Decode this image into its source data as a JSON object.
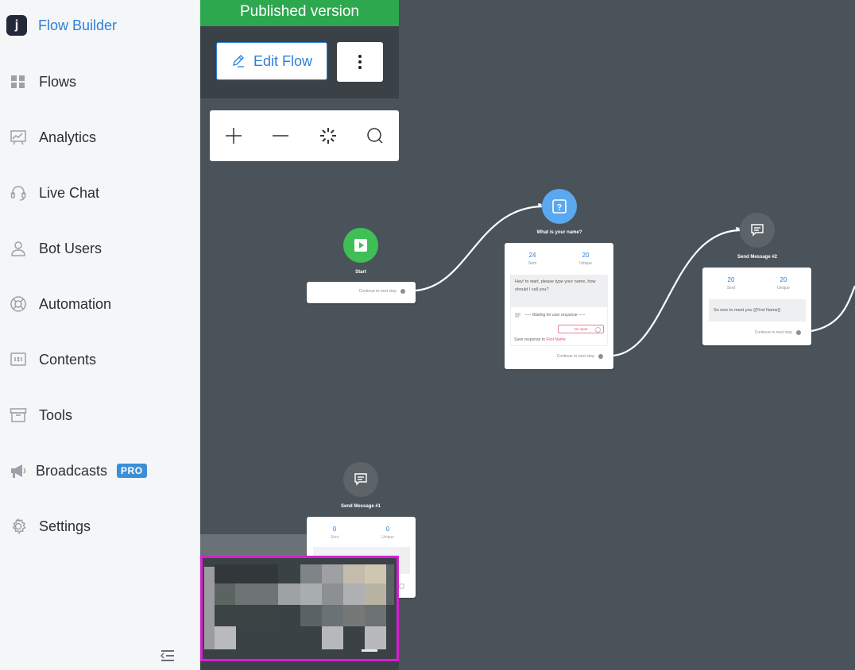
{
  "sidebar": {
    "brand": {
      "logo_letter": "j",
      "title": "Flow Builder"
    },
    "items": [
      {
        "label": "Flows",
        "icon": "grid-icon"
      },
      {
        "label": "Analytics",
        "icon": "analytics-board-icon"
      },
      {
        "label": "Live Chat",
        "icon": "headset-icon"
      },
      {
        "label": "Bot Users",
        "icon": "user-icon"
      },
      {
        "label": "Automation",
        "icon": "lifebuoy-icon"
      },
      {
        "label": "Contents",
        "icon": "contents-icon"
      },
      {
        "label": "Tools",
        "icon": "archive-box-icon"
      },
      {
        "label": "Broadcasts",
        "icon": "megaphone-icon",
        "badge": "PRO"
      },
      {
        "label": "Settings",
        "icon": "gear-icon"
      }
    ]
  },
  "toolbar": {
    "published_label": "Published version",
    "edit_flow_label": "Edit Flow",
    "more_icon": "vertical-dots-icon"
  },
  "zoom": {
    "icons": [
      "plus-icon",
      "minus-icon",
      "spinner-icon",
      "search-icon"
    ]
  },
  "nodes": {
    "start": {
      "title": "Start",
      "continue_label": "Continue to next step"
    },
    "question": {
      "title": "What is your name?",
      "sent_value": "24",
      "sent_label": "Sent",
      "unique_value": "20",
      "unique_label": "Unique",
      "message": "Hey! to start, please type your name, how should I call you?",
      "waiting_label": "----- Waiting for user response -----",
      "no_input_label": "No input",
      "save_prefix": "Save response to",
      "save_var": "First Name",
      "continue_label": "Continue to next step"
    },
    "send2": {
      "title": "Send Message #2",
      "sent_value": "20",
      "sent_label": "Sent",
      "unique_value": "20",
      "unique_label": "Unique",
      "message": "So nice to meet you {{First Name}}",
      "continue_label": "Continue to next step"
    },
    "send1": {
      "title": "Send Message #1",
      "sent_value": "0",
      "sent_label": "Sent",
      "unique_value": "0",
      "unique_label": "Unique"
    }
  },
  "colors": {
    "accent": "#2f7fd8",
    "published": "#2ea84f",
    "canvas": "#4a5359",
    "start_node": "#3fbf55",
    "question_node": "#5aa8f0",
    "message_node": "#5d6469",
    "minimap_border": "#d61fd1"
  }
}
